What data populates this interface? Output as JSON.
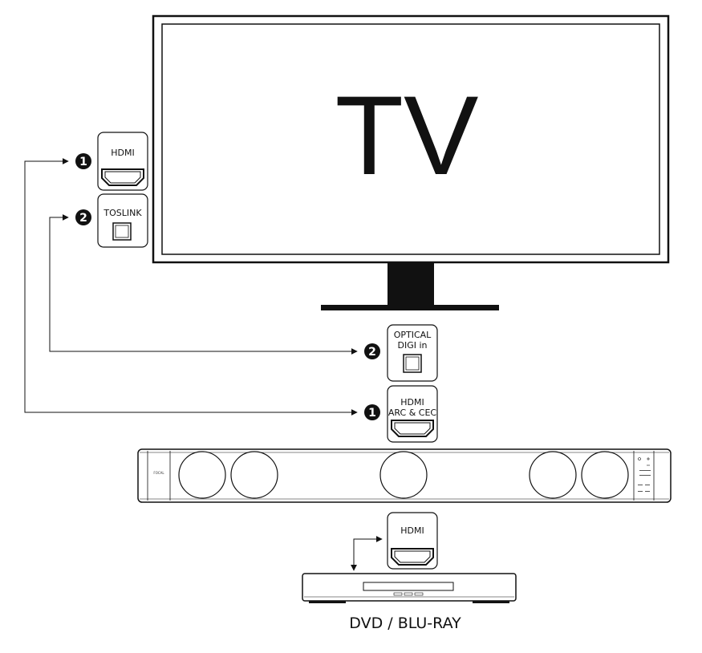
{
  "tv": {
    "label": "TV"
  },
  "tv_ports": {
    "hdmi": {
      "label": "HDMI",
      "badge": "1"
    },
    "toslink": {
      "label": "TOSLINK",
      "badge": "2"
    }
  },
  "soundbar_ports": {
    "optical": {
      "line1": "OPTICAL",
      "line2": "DIGI in",
      "badge": "2"
    },
    "hdmi_arc": {
      "line1": "HDMI",
      "line2": "ARC & CEC",
      "badge": "1"
    }
  },
  "soundbar": {
    "brand": "FOCAL"
  },
  "player_port": {
    "label": "HDMI"
  },
  "player": {
    "label": "DVD / BLU-RAY"
  }
}
